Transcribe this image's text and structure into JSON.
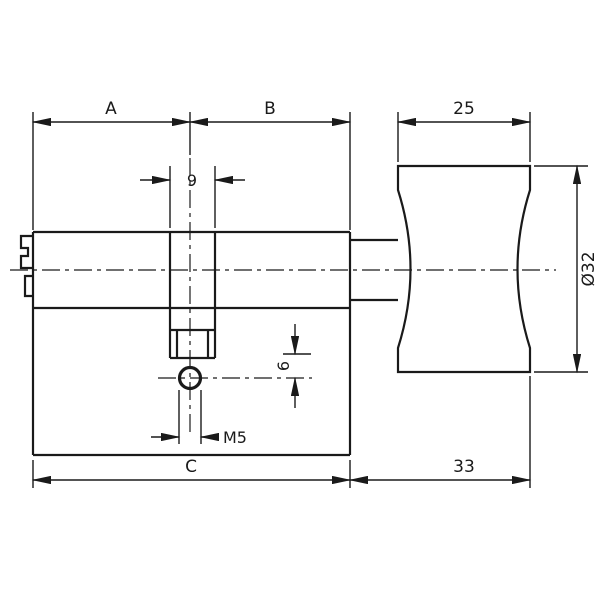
{
  "drawing": {
    "background": "#ffffff",
    "line_color": "#1a1a1a",
    "labels": {
      "dim_a": "A",
      "dim_b": "B",
      "dim_25": "25",
      "dim_9": "9",
      "dim_6": "6",
      "dim_m5": "M5",
      "dim_c": "C",
      "dim_33": "33",
      "dim_diameter": "Ø32"
    }
  }
}
